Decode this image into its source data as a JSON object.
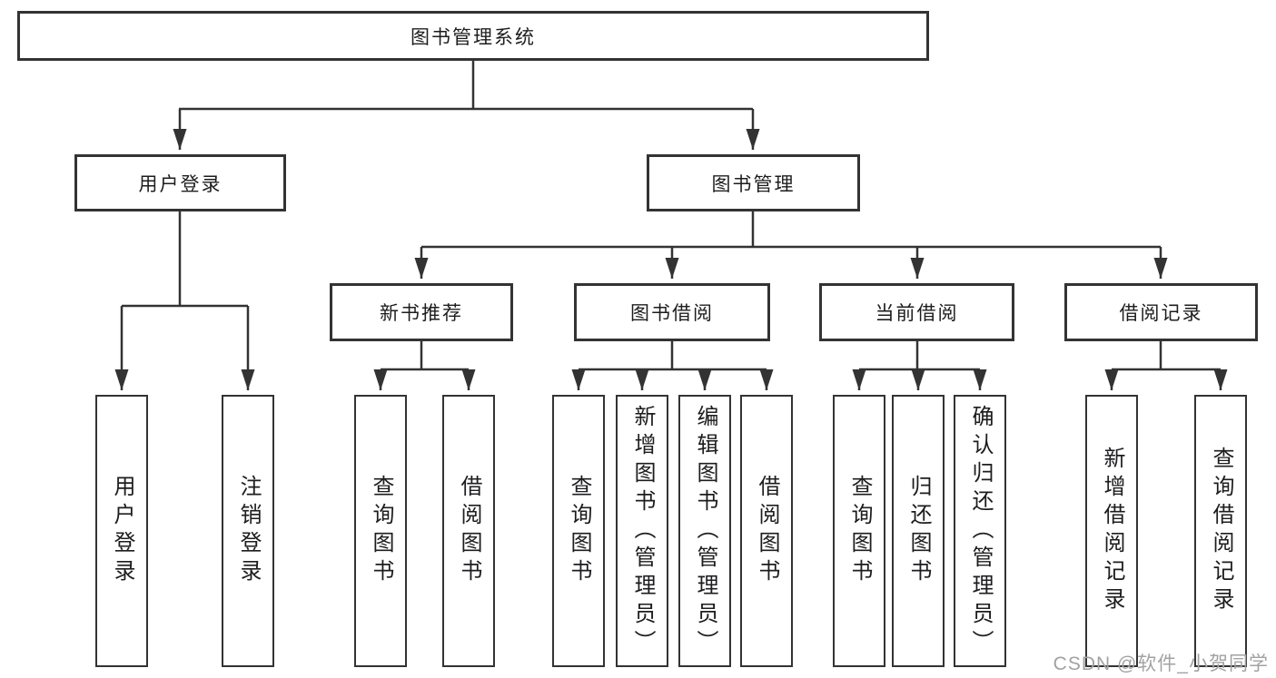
{
  "diagram": {
    "type": "tree-diagram",
    "colors": {
      "line": "#333333",
      "box_border": "#333333",
      "box_fill": "#ffffff",
      "text": "#1d1d1f",
      "background": "#ffffff",
      "watermark": "#a2a2a2"
    },
    "root": {
      "label": "图书管理系统"
    },
    "branches": [
      {
        "label": "用户登录",
        "children": [
          {
            "label": "用户登录"
          },
          {
            "label": "注销登录"
          }
        ]
      },
      {
        "label": "图书管理",
        "children": [
          {
            "label": "新书推荐",
            "children": [
              {
                "label": "查询图书"
              },
              {
                "label": "借阅图书"
              }
            ]
          },
          {
            "label": "图书借阅",
            "children": [
              {
                "label": "查询图书"
              },
              {
                "label": "新增图书（管理员）"
              },
              {
                "label": "编辑图书（管理员）"
              },
              {
                "label": "借阅图书"
              }
            ]
          },
          {
            "label": "当前借阅",
            "children": [
              {
                "label": "查询图书"
              },
              {
                "label": "归还图书"
              },
              {
                "label": "确认归还（管理员）"
              }
            ]
          },
          {
            "label": "借阅记录",
            "children": [
              {
                "label": "新增借阅记录"
              },
              {
                "label": "查询借阅记录"
              }
            ]
          }
        ]
      }
    ],
    "watermark": "CSDN @软件_小贺同学"
  }
}
